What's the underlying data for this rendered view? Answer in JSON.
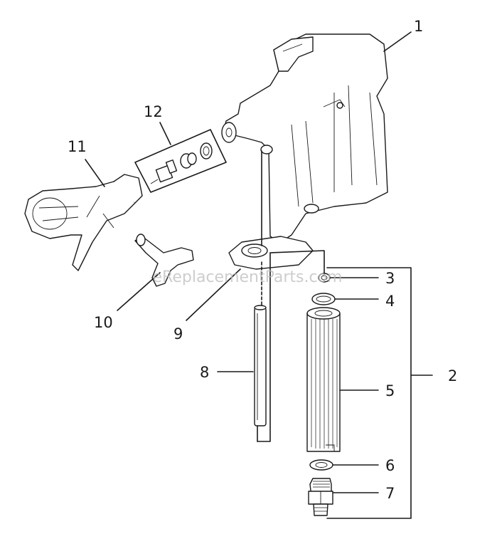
{
  "watermark": "eReplacementParts.com",
  "callouts": {
    "c1": "1",
    "c2": "2",
    "c3": "3",
    "c4": "4",
    "c5": "5",
    "c6": "6",
    "c7": "7",
    "c8": "8",
    "c9": "9",
    "c10": "10",
    "c11": "11",
    "c12": "12"
  },
  "colors": {
    "line": "#1a1a1a",
    "background": "#ffffff",
    "watermark": "#bdbdbd"
  }
}
